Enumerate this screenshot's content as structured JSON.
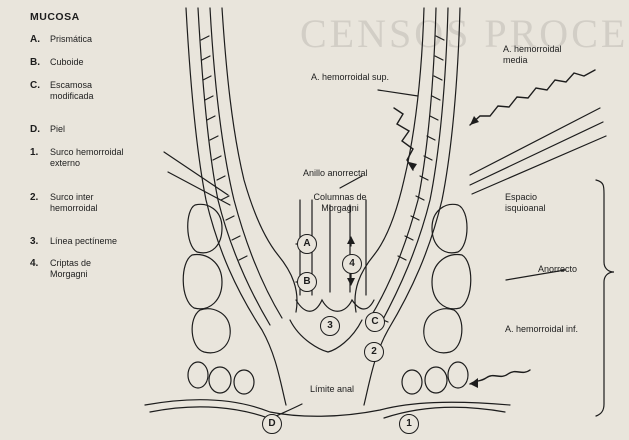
{
  "legend": {
    "title": "MUCOSA",
    "items": [
      {
        "key": "A.",
        "text": "Prismática"
      },
      {
        "key": "B.",
        "text": "Cuboide"
      },
      {
        "key": "C.",
        "text": "Escamosa modificada"
      },
      {
        "key": "D.",
        "text": "Piel"
      },
      {
        "key": "1.",
        "text": "Surco hemorroidal externo"
      },
      {
        "key": "2.",
        "text": "Surco inter hemorroidal"
      },
      {
        "key": "3.",
        "text": "Línea pectíneme"
      },
      {
        "key": "4.",
        "text": "Criptas de Morgagni"
      }
    ]
  },
  "labels": {
    "hemorroidal_sup": "A. hemorroidal sup.",
    "hemorroidal_media": "A. hemorroidal media",
    "anillo_anorrectal": "Anillo anorrectal",
    "columnas": "Columnas de Morgagni",
    "espacio": "Espacio isquioanal",
    "anorrecto": "Anorrecto",
    "hemorroidal_inf": "A. hemorroidal inf.",
    "limite_anal": "Límite anal"
  },
  "markers": {
    "a": "A",
    "b": "B",
    "c": "C",
    "d": "D",
    "n1": "1",
    "n2": "2",
    "n3": "3",
    "n4": "4"
  },
  "background_text": [
    "CENSOS PROCESOLOG"
  ]
}
